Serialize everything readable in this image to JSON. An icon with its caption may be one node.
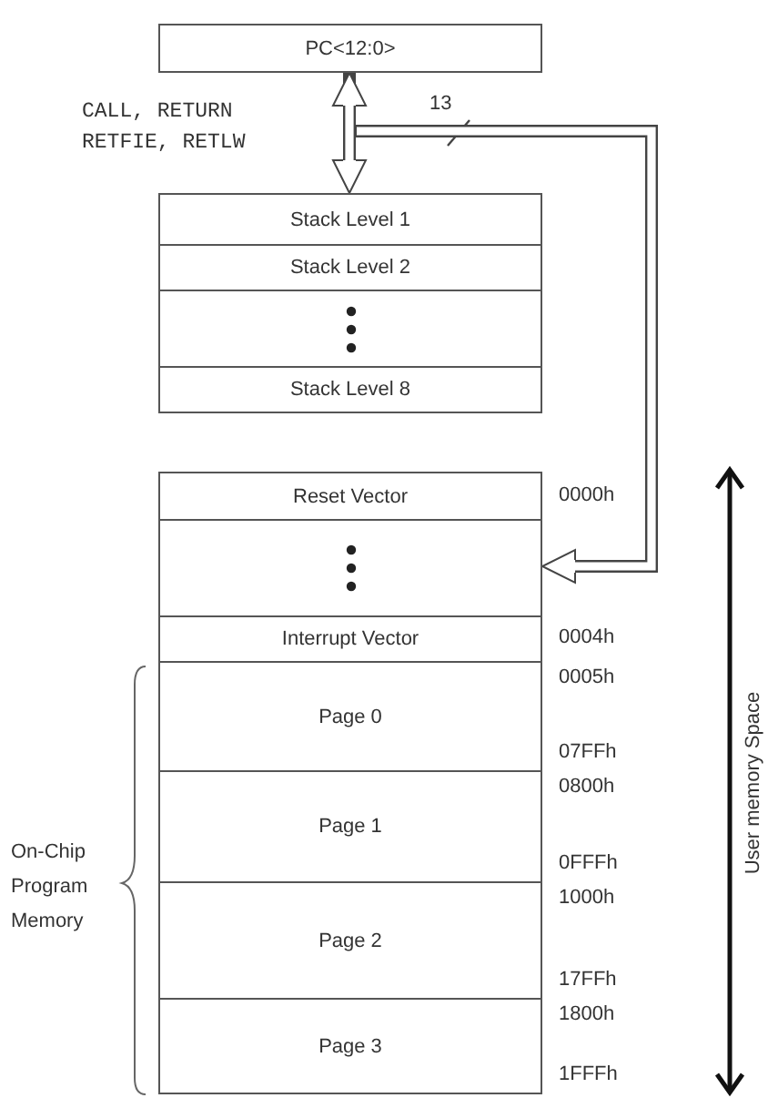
{
  "diagram": {
    "nodes": [
      {
        "text": [
          "PC<12:0>"
        ]
      },
      {
        "text": [
          "Stack Level 1"
        ]
      },
      {
        "text": [
          "Stack Level 2"
        ]
      },
      {
        "text": [],
        "shape": "box"
      },
      {
        "text": [
          "Stack Level 8"
        ]
      },
      {
        "text": [
          "Reset Vector"
        ],
        "beside": [
          "0000h"
        ]
      },
      {
        "text": [],
        "shape": "box"
      },
      {
        "text": [
          "Interrupt Vector"
        ],
        "beside": [
          "0004h"
        ]
      },
      {
        "text": [
          "Page 0"
        ],
        "beside": [
          "0005h",
          "07FFh"
        ]
      },
      {
        "text": [
          "Page 1"
        ],
        "beside": [
          "0800h",
          "0FFFh"
        ]
      },
      {
        "text": [
          "Page 2"
        ],
        "beside": [
          "1000h",
          "17FFh"
        ]
      },
      {
        "text": [
          "Page 3"
        ],
        "beside": [
          "1800h",
          "1FFFh"
        ]
      }
    ],
    "edges": [
      {
        "from": 0,
        "to": 1,
        "arrow": "both",
        "label": "CALL, RETURN RETFIE, RETLW"
      },
      {
        "from": 0,
        "to": 6,
        "arrow": "to",
        "label": "13"
      }
    ],
    "labels": [
      "On-Chip Program Memory",
      "User memory Space"
    ]
  }
}
